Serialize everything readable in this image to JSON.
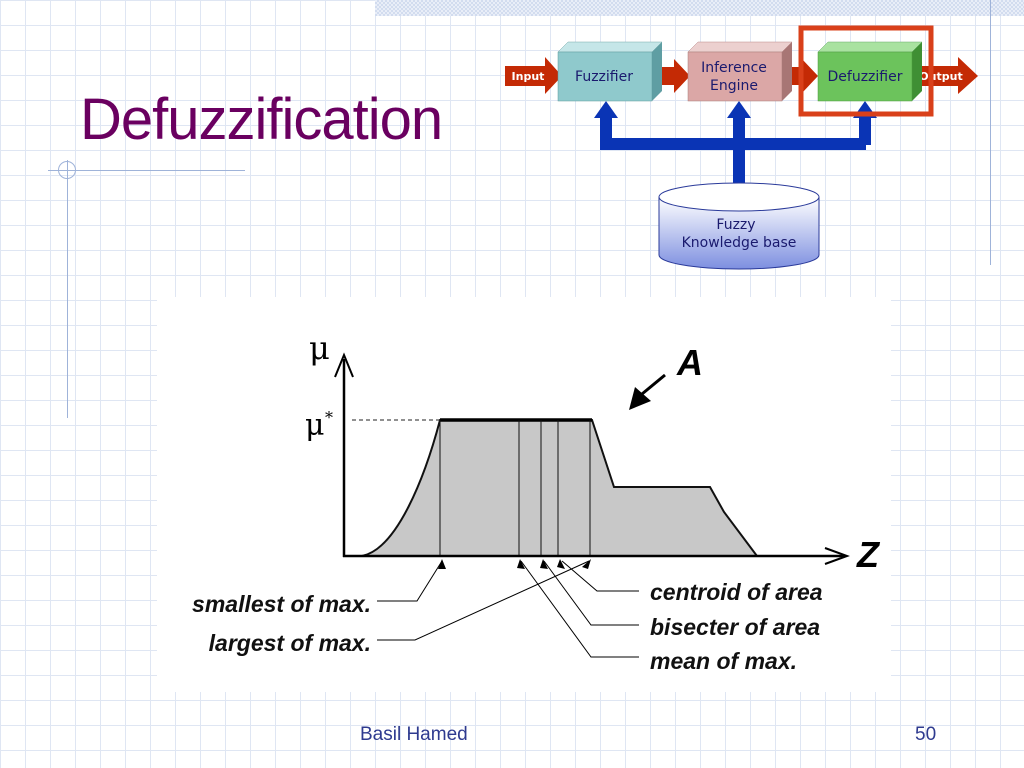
{
  "slide": {
    "title": "Defuzzification",
    "footer_author": "Basil Hamed",
    "page_number": "50"
  },
  "pipeline": {
    "input_label": "Input",
    "output_label": "Output",
    "blocks": [
      {
        "lines": [
          "Fuzzifier"
        ],
        "color": "#8fc9cc"
      },
      {
        "lines": [
          "Inference",
          "Engine"
        ],
        "color": "#dba7a6"
      },
      {
        "lines": [
          "Defuzzifier"
        ],
        "color": "#6cc35c"
      }
    ],
    "knowledge_base": {
      "lines": [
        "Fuzzy",
        "Knowledge base"
      ]
    },
    "highlight_color": "#d9401a",
    "arrow_color": "#c42a05",
    "connector_color": "#0a34b5"
  },
  "figure": {
    "y_axis_symbol": "μ",
    "peak_symbol": "μ",
    "peak_star": "*",
    "x_axis_symbol": "Z",
    "set_label": "A",
    "fill_color": "#c8c8c8",
    "callouts": {
      "smallest_of_max": "smallest of max.",
      "largest_of_max": "largest of max.",
      "centroid_of_area": "centroid of area",
      "bisecter_of_area": "bisecter of area",
      "mean_of_max": "mean of max."
    }
  }
}
